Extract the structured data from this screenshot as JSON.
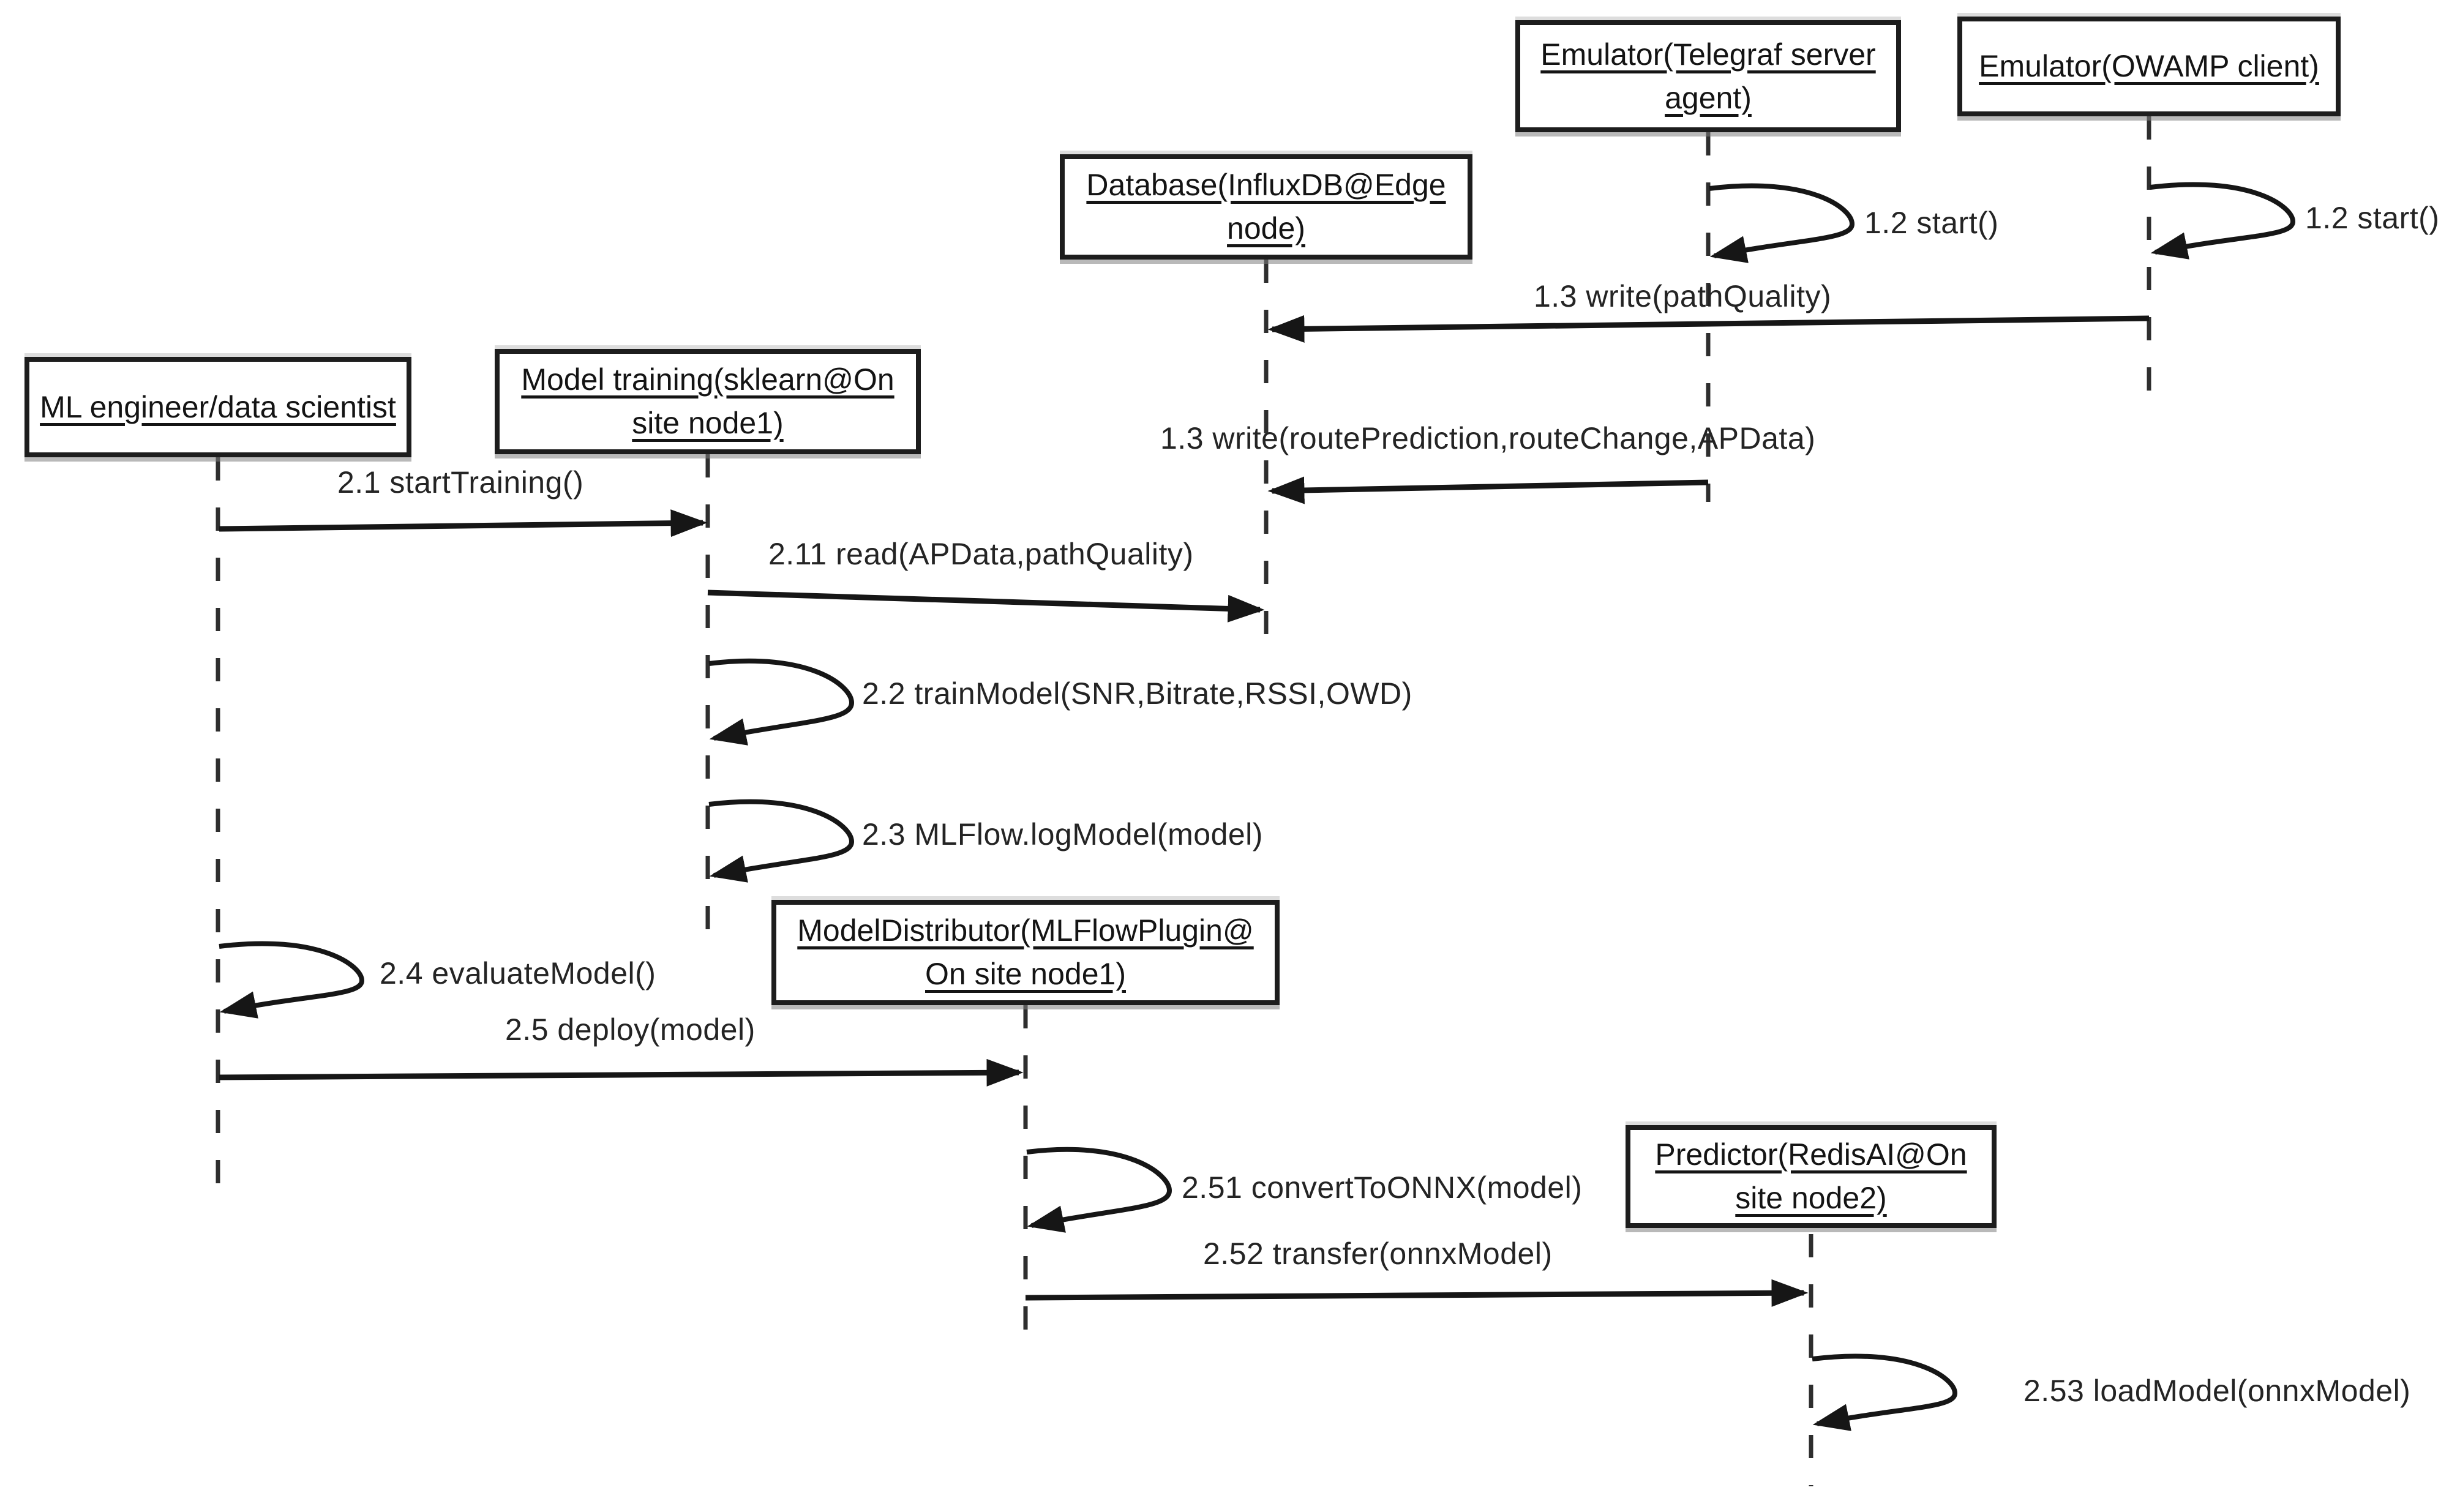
{
  "diagram": {
    "type": "uml-sequence-diagram",
    "background_color": "#ffffff",
    "line_color": "#161616",
    "text_color": "#1d1d1d"
  },
  "participants": [
    {
      "id": "ml-engineer",
      "label": "ML engineer/data scientist"
    },
    {
      "id": "model-training",
      "label": "Model training(sklearn@On\nsite node1)"
    },
    {
      "id": "database",
      "label": "Database(InfluxDB@Edge\nnode)"
    },
    {
      "id": "emulator-telegraf",
      "label": "Emulator(Telegraf server\nagent)"
    },
    {
      "id": "emulator-owamp",
      "label": "Emulator(OWAMP client)"
    },
    {
      "id": "model-distributor",
      "label": "ModelDistributor(MLFlowPlugin@\nOn site node1)"
    },
    {
      "id": "predictor",
      "label": "Predictor(RedisAI@On\nsite node2)"
    }
  ],
  "messages": [
    {
      "id": "start-telegraf",
      "label": "1.2 start()",
      "from": "emulator-telegraf",
      "to": "emulator-telegraf",
      "kind": "self"
    },
    {
      "id": "start-owamp",
      "label": "1.2 start()",
      "from": "emulator-owamp",
      "to": "emulator-owamp",
      "kind": "self"
    },
    {
      "id": "write-pathquality",
      "label": "1.3 write(pathQuality)",
      "from": "emulator-owamp",
      "to": "database",
      "kind": "arrow"
    },
    {
      "id": "write-routeprediction",
      "label": "1.3 write(routePrediction,routeChange,APData)",
      "from": "emulator-telegraf",
      "to": "database",
      "kind": "arrow"
    },
    {
      "id": "starttraining",
      "label": "2.1 startTraining()",
      "from": "ml-engineer",
      "to": "model-training",
      "kind": "arrow"
    },
    {
      "id": "read-apdata",
      "label": "2.11 read(APData,pathQuality)",
      "from": "model-training",
      "to": "database",
      "kind": "arrow"
    },
    {
      "id": "trainmodel",
      "label": "2.2 trainModel(SNR,Bitrate,RSSI,OWD)",
      "from": "model-training",
      "to": "model-training",
      "kind": "self"
    },
    {
      "id": "mlflow-logmodel",
      "label": "2.3 MLFlow.logModel(model)",
      "from": "model-training",
      "to": "model-training",
      "kind": "self"
    },
    {
      "id": "evaluatemodel",
      "label": "2.4 evaluateModel()",
      "from": "ml-engineer",
      "to": "ml-engineer",
      "kind": "self"
    },
    {
      "id": "deploy",
      "label": "2.5 deploy(model)",
      "from": "ml-engineer",
      "to": "model-distributor",
      "kind": "arrow"
    },
    {
      "id": "converttoonnx",
      "label": "2.51 convertToONNX(model)",
      "from": "model-distributor",
      "to": "model-distributor",
      "kind": "self"
    },
    {
      "id": "transfer",
      "label": "2.52 transfer(onnxModel)",
      "from": "model-distributor",
      "to": "predictor",
      "kind": "arrow"
    },
    {
      "id": "loadmodel",
      "label": "2.53 loadModel(onnxModel)",
      "from": "predictor",
      "to": "predictor",
      "kind": "self"
    }
  ]
}
